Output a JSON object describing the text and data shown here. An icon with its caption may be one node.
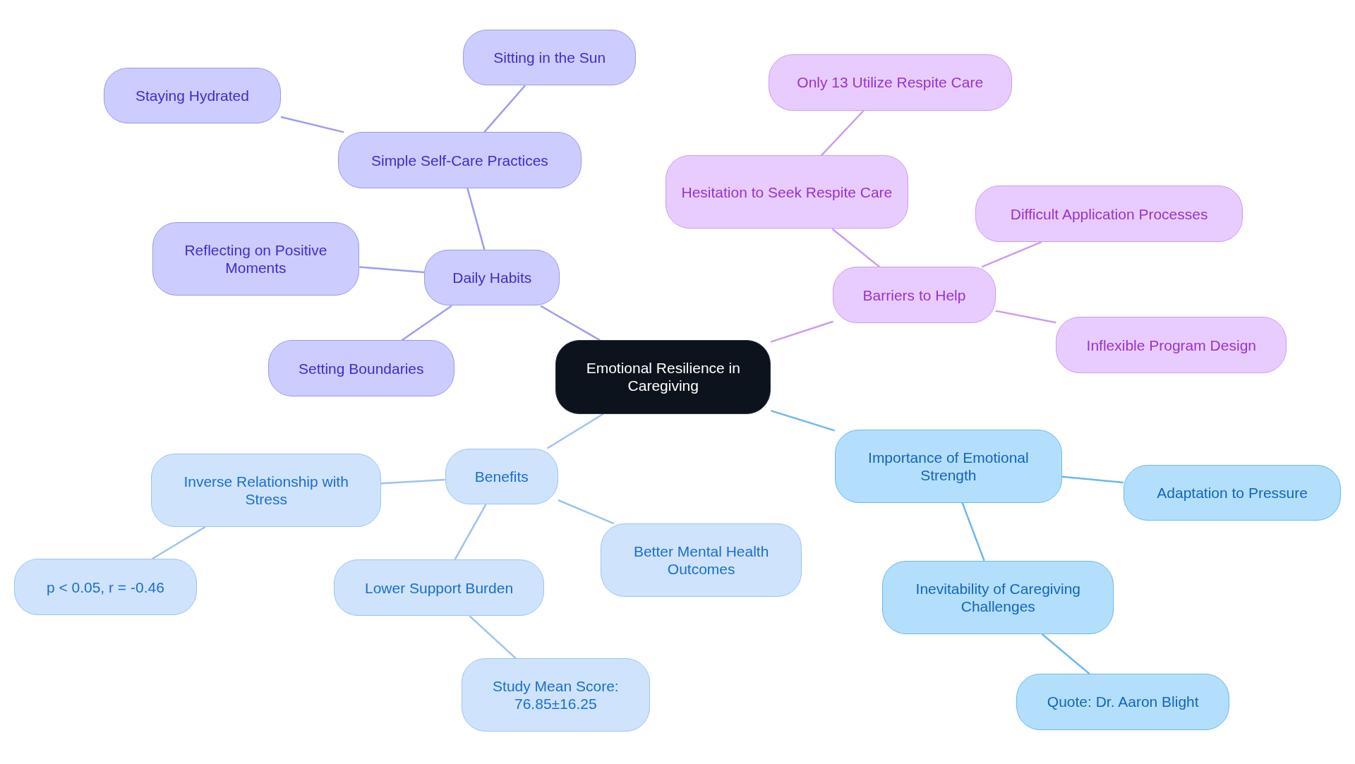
{
  "diagram": {
    "nodes": [
      {
        "text": [
          "Emotional Resilience in Caregiving"
        ]
      },
      {
        "text": [
          "Daily Habits"
        ]
      },
      {
        "text": [
          "Simple Self-Care Practices"
        ]
      },
      {
        "text": [
          "Staying Hydrated"
        ]
      },
      {
        "text": [
          "Sitting in the Sun"
        ]
      },
      {
        "text": [
          "Reflecting on Positive Moments"
        ]
      },
      {
        "text": [
          "Setting Boundaries"
        ]
      },
      {
        "text": [
          "Barriers to Help"
        ]
      },
      {
        "text": [
          "Hesitation to Seek Respite Care"
        ]
      },
      {
        "text": [
          "Only 13 Utilize Respite Care"
        ]
      },
      {
        "text": [
          "Difficult Application Processes"
        ]
      },
      {
        "text": [
          "Inflexible Program Design"
        ]
      },
      {
        "text": [
          "Benefits"
        ]
      },
      {
        "text": [
          "Inverse Relationship with Stress"
        ]
      },
      {
        "text": [
          "p < 0.05, r = -0.46"
        ]
      },
      {
        "text": [
          "Lower Support Burden"
        ]
      },
      {
        "text": [
          "Study Mean Score: 76.85±16.25"
        ]
      },
      {
        "text": [
          "Better Mental Health Outcomes"
        ]
      },
      {
        "text": [
          "Importance of Emotional Strength"
        ]
      },
      {
        "text": [
          "Adaptation to Pressure"
        ]
      },
      {
        "text": [
          "Inevitability of Caregiving Challenges"
        ]
      },
      {
        "text": [
          "Quote: Dr. Aaron Blight"
        ]
      }
    ],
    "edges": [
      {
        "from": 0,
        "to": 1,
        "arrow": "none",
        "color": "#9c9cf0"
      },
      {
        "from": 1,
        "to": 2,
        "arrow": "none",
        "color": "#9c9cf0"
      },
      {
        "from": 2,
        "to": 3,
        "arrow": "none",
        "color": "#9c9cf0"
      },
      {
        "from": 2,
        "to": 4,
        "arrow": "none",
        "color": "#9c9cf0"
      },
      {
        "from": 1,
        "to": 5,
        "arrow": "none",
        "color": "#9c9cf0"
      },
      {
        "from": 1,
        "to": 6,
        "arrow": "none",
        "color": "#9c9cf0"
      },
      {
        "from": 0,
        "to": 7,
        "arrow": "none",
        "color": "#c99cf0"
      },
      {
        "from": 7,
        "to": 8,
        "arrow": "none",
        "color": "#c99cf0"
      },
      {
        "from": 8,
        "to": 9,
        "arrow": "none",
        "color": "#c99cf0"
      },
      {
        "from": 7,
        "to": 10,
        "arrow": "none",
        "color": "#c99cf0"
      },
      {
        "from": 7,
        "to": 11,
        "arrow": "none",
        "color": "#c99cf0"
      },
      {
        "from": 0,
        "to": 12,
        "arrow": "none",
        "color": "#9dc3f0"
      },
      {
        "from": 12,
        "to": 13,
        "arrow": "none",
        "color": "#9dc3f0"
      },
      {
        "from": 13,
        "to": 14,
        "arrow": "none",
        "color": "#9dc3f0"
      },
      {
        "from": 12,
        "to": 15,
        "arrow": "none",
        "color": "#9dc3f0"
      },
      {
        "from": 15,
        "to": 16,
        "arrow": "none",
        "color": "#9dc3f0"
      },
      {
        "from": 12,
        "to": 17,
        "arrow": "none",
        "color": "#9dc3f0"
      },
      {
        "from": 0,
        "to": 18,
        "arrow": "none",
        "color": "#6bb8f0"
      },
      {
        "from": 18,
        "to": 19,
        "arrow": "none",
        "color": "#6bb8f0"
      },
      {
        "from": 18,
        "to": 20,
        "arrow": "none",
        "color": "#6bb8f0"
      },
      {
        "from": 20,
        "to": 21,
        "arrow": "none",
        "color": "#6bb8f0"
      }
    ]
  }
}
